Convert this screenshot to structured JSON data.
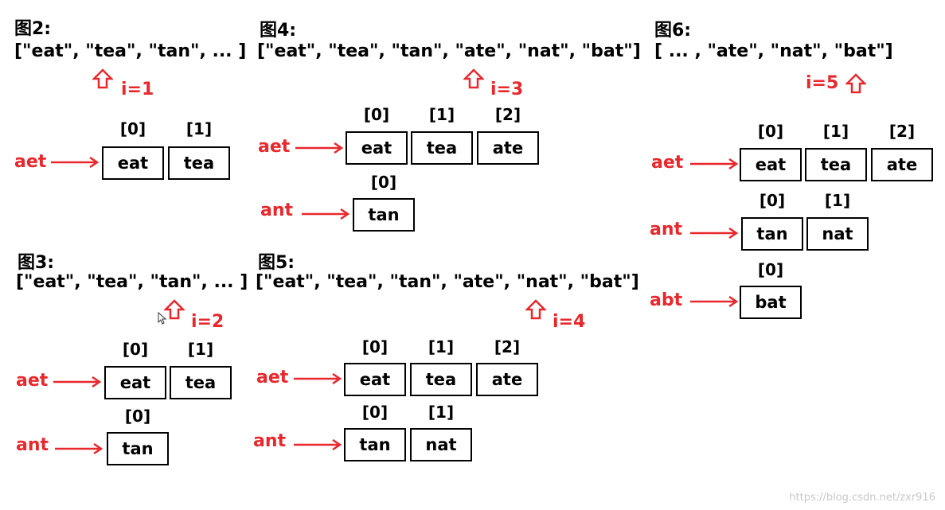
{
  "panels": {
    "fig2": {
      "title": "图2:",
      "array": "[\"eat\", \"tea\", \"tan\", ... ]",
      "i_label": "i=1",
      "rows": {
        "aet": {
          "label": "aet",
          "cells": [
            "eat",
            "tea"
          ],
          "indices": [
            "[0]",
            "[1]"
          ]
        }
      }
    },
    "fig3": {
      "title": "图3:",
      "array": "[\"eat\", \"tea\", \"tan\", ... ]",
      "i_label": "i=2",
      "rows": {
        "aet": {
          "label": "aet",
          "cells": [
            "eat",
            "tea"
          ],
          "indices": [
            "[0]",
            "[1]"
          ]
        },
        "ant": {
          "label": "ant",
          "cells": [
            "tan"
          ],
          "indices": [
            "[0]"
          ]
        }
      }
    },
    "fig4": {
      "title": "图4:",
      "array": "[\"eat\", \"tea\", \"tan\", \"ate\", \"nat\", \"bat\"]",
      "i_label": "i=3",
      "rows": {
        "aet": {
          "label": "aet",
          "cells": [
            "eat",
            "tea",
            "ate"
          ],
          "indices": [
            "[0]",
            "[1]",
            "[2]"
          ]
        },
        "ant": {
          "label": "ant",
          "cells": [
            "tan"
          ],
          "indices": [
            "[0]"
          ]
        }
      }
    },
    "fig5": {
      "title": "图5:",
      "array": "[\"eat\", \"tea\", \"tan\", \"ate\", \"nat\", \"bat\"]",
      "i_label": "i=4",
      "rows": {
        "aet": {
          "label": "aet",
          "cells": [
            "eat",
            "tea",
            "ate"
          ],
          "indices": [
            "[0]",
            "[1]",
            "[2]"
          ]
        },
        "ant": {
          "label": "ant",
          "cells": [
            "tan",
            "nat"
          ],
          "indices": [
            "[0]",
            "[1]"
          ]
        }
      }
    },
    "fig6": {
      "title": "图6:",
      "array": "[ ... , \"ate\", \"nat\", \"bat\"]",
      "i_label": "i=5",
      "rows": {
        "aet": {
          "label": "aet",
          "cells": [
            "eat",
            "tea",
            "ate"
          ],
          "indices": [
            "[0]",
            "[1]",
            "[2]"
          ]
        },
        "ant": {
          "label": "ant",
          "cells": [
            "tan",
            "nat"
          ],
          "indices": [
            "[0]",
            "[1]"
          ]
        },
        "abt": {
          "label": "abt",
          "cells": [
            "bat"
          ],
          "indices": [
            "[0]"
          ]
        }
      }
    }
  },
  "watermark": "https://blog.csdn.net/zxr916",
  "colors": {
    "accent": "#e8282d",
    "ink": "#000000"
  }
}
